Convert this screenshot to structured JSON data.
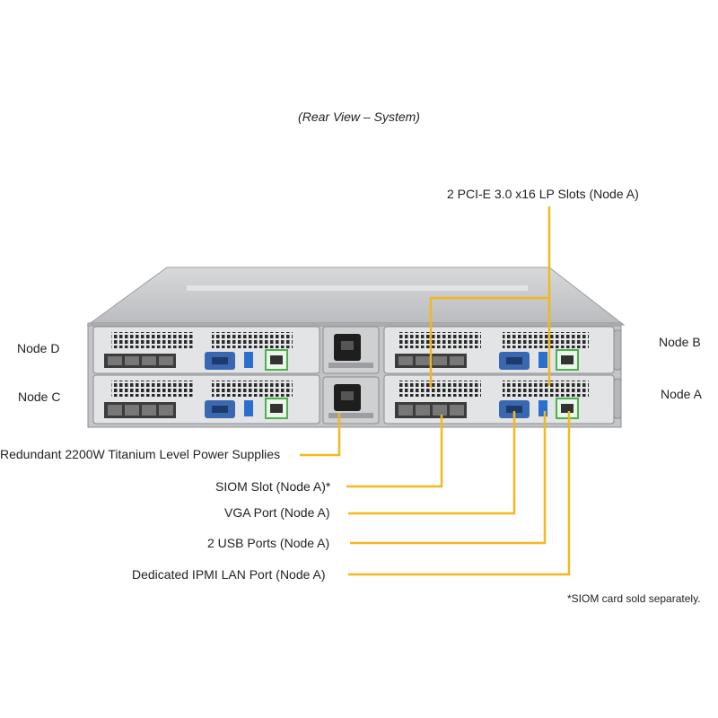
{
  "caption": "(Rear View – System)",
  "labels": {
    "pcie_slots": "2 PCI-E 3.0 x16 LP Slots (Node A)",
    "node_d": "Node D",
    "node_c": "Node C",
    "node_b": "Node B",
    "node_a": "Node A",
    "power_supplies": "Redundant  2200W Titanium  Level Power Supplies",
    "siom_slot": "SIOM Slot (Node A)*",
    "vga_port": "VGA Port (Node A)",
    "usb_ports": "2 USB Ports (Node A)",
    "ipmi_port": "Dedicated IPMI  LAN Port (Node A)"
  },
  "footnote": "*SIOM  card sold separately.",
  "colors": {
    "callout_line": "#f2b81c",
    "chassis": "#c8cacc",
    "vga_port": "#3a68b0",
    "usb_port": "#2a6fd0",
    "lan_port": "#4caf50"
  }
}
